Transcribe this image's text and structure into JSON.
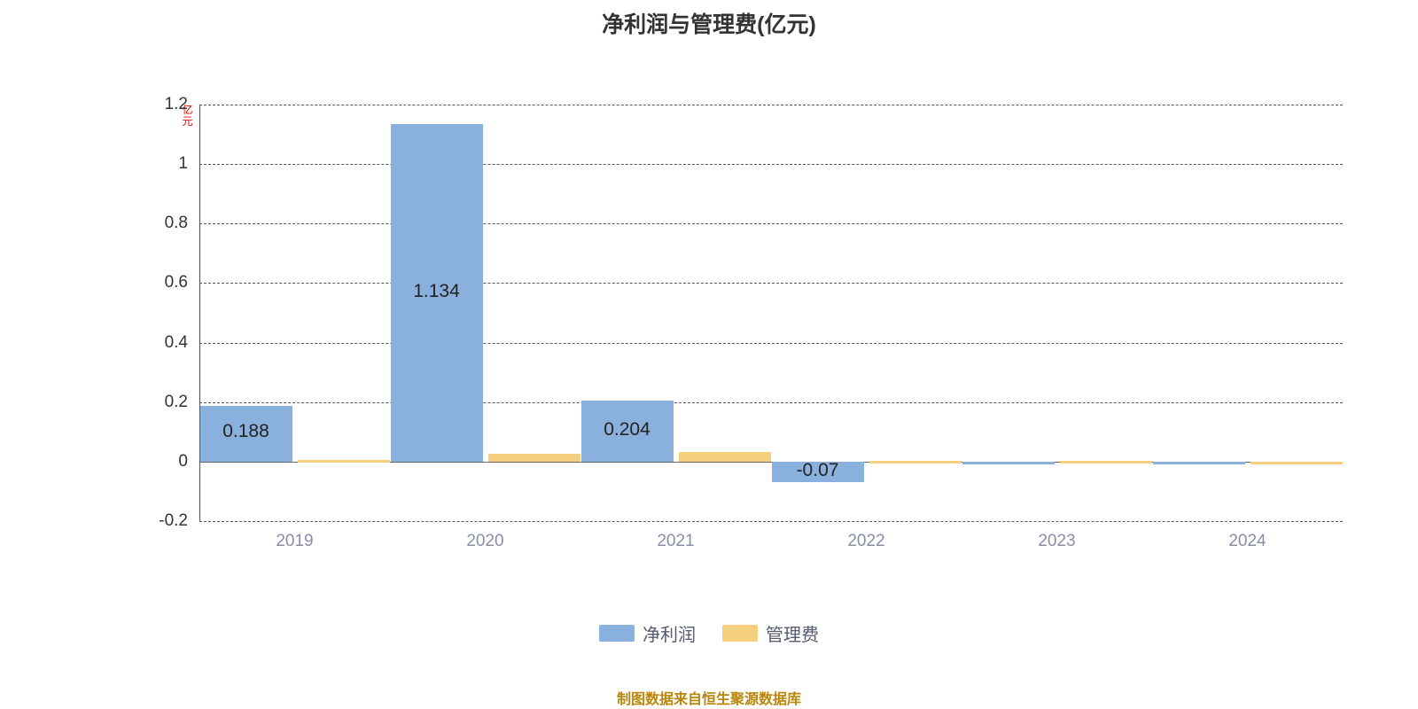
{
  "chart_data": {
    "type": "bar",
    "title": "净利润与管理费(亿元)",
    "xlabel": "",
    "ylabel": "亿元",
    "categories": [
      "2019",
      "2020",
      "2021",
      "2022",
      "2023",
      "2024"
    ],
    "series": [
      {
        "name": "净利润",
        "color": "#8ab0dd",
        "values": [
          0.188,
          1.134,
          0.204,
          -0.07,
          0.0,
          0.0
        ],
        "labels": [
          "0.188",
          "1.134",
          "0.204",
          "-0.07",
          "",
          ""
        ]
      },
      {
        "name": "管理费",
        "color": "#f5cf7e",
        "values": [
          0.006,
          0.026,
          0.032,
          0.003,
          0.002,
          0.001
        ],
        "labels": [
          "",
          "",
          "",
          "",
          "",
          ""
        ]
      }
    ],
    "ylim": [
      -0.2,
      1.2
    ],
    "yticks": [
      "-0.2",
      "0",
      "0.2",
      "0.4",
      "0.6",
      "0.8",
      "1",
      "1.2"
    ],
    "grid": true,
    "legend_position": "bottom"
  },
  "footer": {
    "note": "制图数据来自恒生聚源数据库"
  }
}
